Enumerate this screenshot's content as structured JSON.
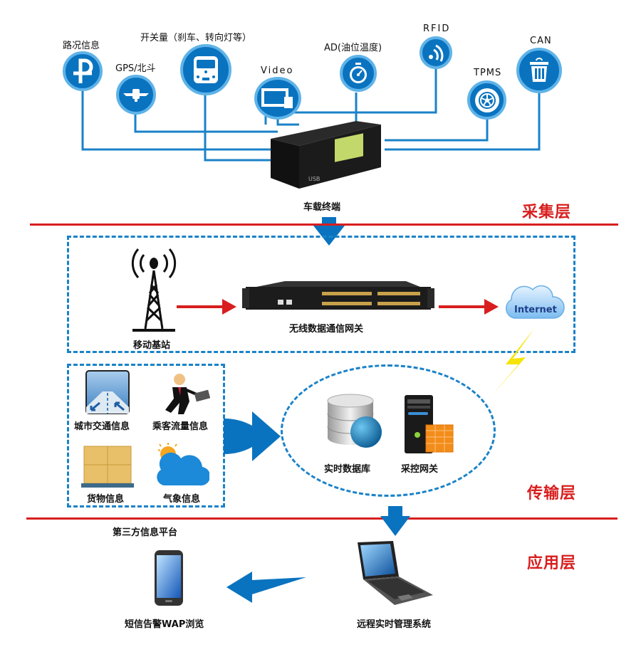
{
  "sensors": {
    "road_info": {
      "label": "路况信息",
      "icon": "parking-icon"
    },
    "gps": {
      "label": "GPS/北斗",
      "icon": "satellite-icon"
    },
    "switch": {
      "label": "开关量（刹车、转向灯等）",
      "icon": "bus-icon"
    },
    "video": {
      "label": "Video",
      "icon": "monitor-icon"
    },
    "ad": {
      "label": "AD(油位温度)",
      "icon": "stopwatch-icon"
    },
    "rfid": {
      "label": "RFID",
      "icon": "rfid-signal-icon"
    },
    "tpms": {
      "label": "TPMS",
      "icon": "tire-icon"
    },
    "can": {
      "label": "CAN",
      "icon": "trash-icon"
    }
  },
  "terminal": {
    "label": "车载终端",
    "usb_label": "USB"
  },
  "layers": {
    "collection": "采集层",
    "transport": "传输层",
    "application": "应用层"
  },
  "transport_box": {
    "base_station": "移动基站",
    "gateway": "无线数据通信网关",
    "internet": "Internet"
  },
  "third_party": {
    "title": "第三方信息平台",
    "items": [
      {
        "label": "城市交通信息",
        "icon": "road-icon"
      },
      {
        "label": "乘客流量信息",
        "icon": "businessman-icon"
      },
      {
        "label": "货物信息",
        "icon": "cargo-boxes-icon"
      },
      {
        "label": "气象信息",
        "icon": "weather-icon"
      }
    ]
  },
  "server_group": {
    "database": "实时数据库",
    "control_gateway": "采控网关"
  },
  "application": {
    "mobile": "短信告警WAP浏览",
    "management": "远程实时管理系统"
  },
  "colors": {
    "brand_blue": "#0a73bf",
    "ring_blue": "#5fb3e8",
    "line_blue": "#1a82c8",
    "layer_red": "#d81e1e",
    "lightning_yellow": "#f5e400"
  }
}
